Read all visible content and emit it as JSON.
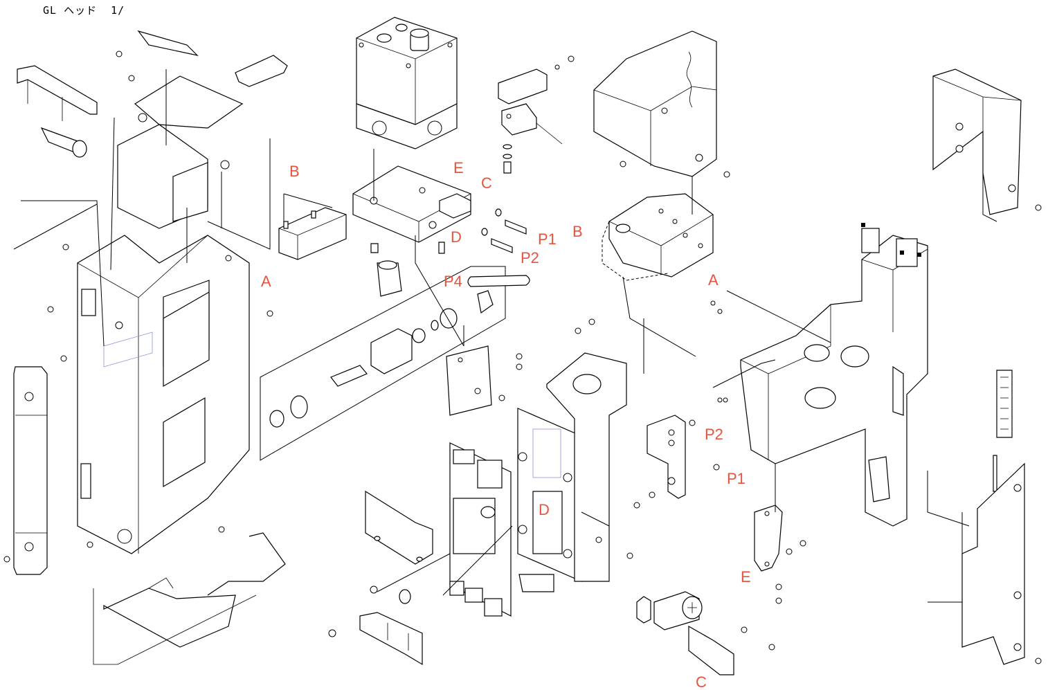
{
  "title": "GL ヘッド  1/",
  "callouts": {
    "A_left": "A",
    "A_right": "A",
    "B_left": "B",
    "B_right": "B",
    "C_top": "C",
    "C_bottom": "C",
    "D_top": "D",
    "D_bottom": "D",
    "E_top": "E",
    "E_bottom": "E",
    "P1_top": "P1",
    "P1_right": "P1",
    "P2_top": "P2",
    "P2_right": "P2",
    "P4": "P4"
  },
  "colors": {
    "callout": "#e8533d",
    "line": "#000000",
    "hidden_line": "#8a93d6"
  }
}
